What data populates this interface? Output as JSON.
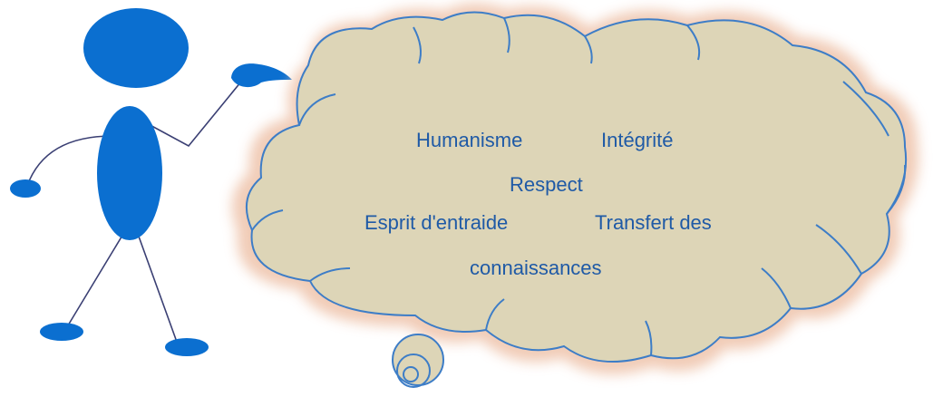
{
  "cloud": {
    "words": {
      "humanisme": "Humanisme",
      "integrite": "Intégrité",
      "respect": "Respect",
      "entraide": "Esprit d'entraide",
      "transfert": "Transfert des",
      "connaissances": "connaissances"
    }
  },
  "colors": {
    "figure_fill": "#0b6fd0",
    "figure_line": "#3a3f73",
    "cloud_fill": "#ddd5b7",
    "cloud_outline": "#3d7dc7",
    "cloud_glow": "#f0c9b3",
    "text": "#1f5aa6"
  },
  "icons": {
    "figure": "stick-figure-icon",
    "bubble": "thought-bubble-icon"
  }
}
